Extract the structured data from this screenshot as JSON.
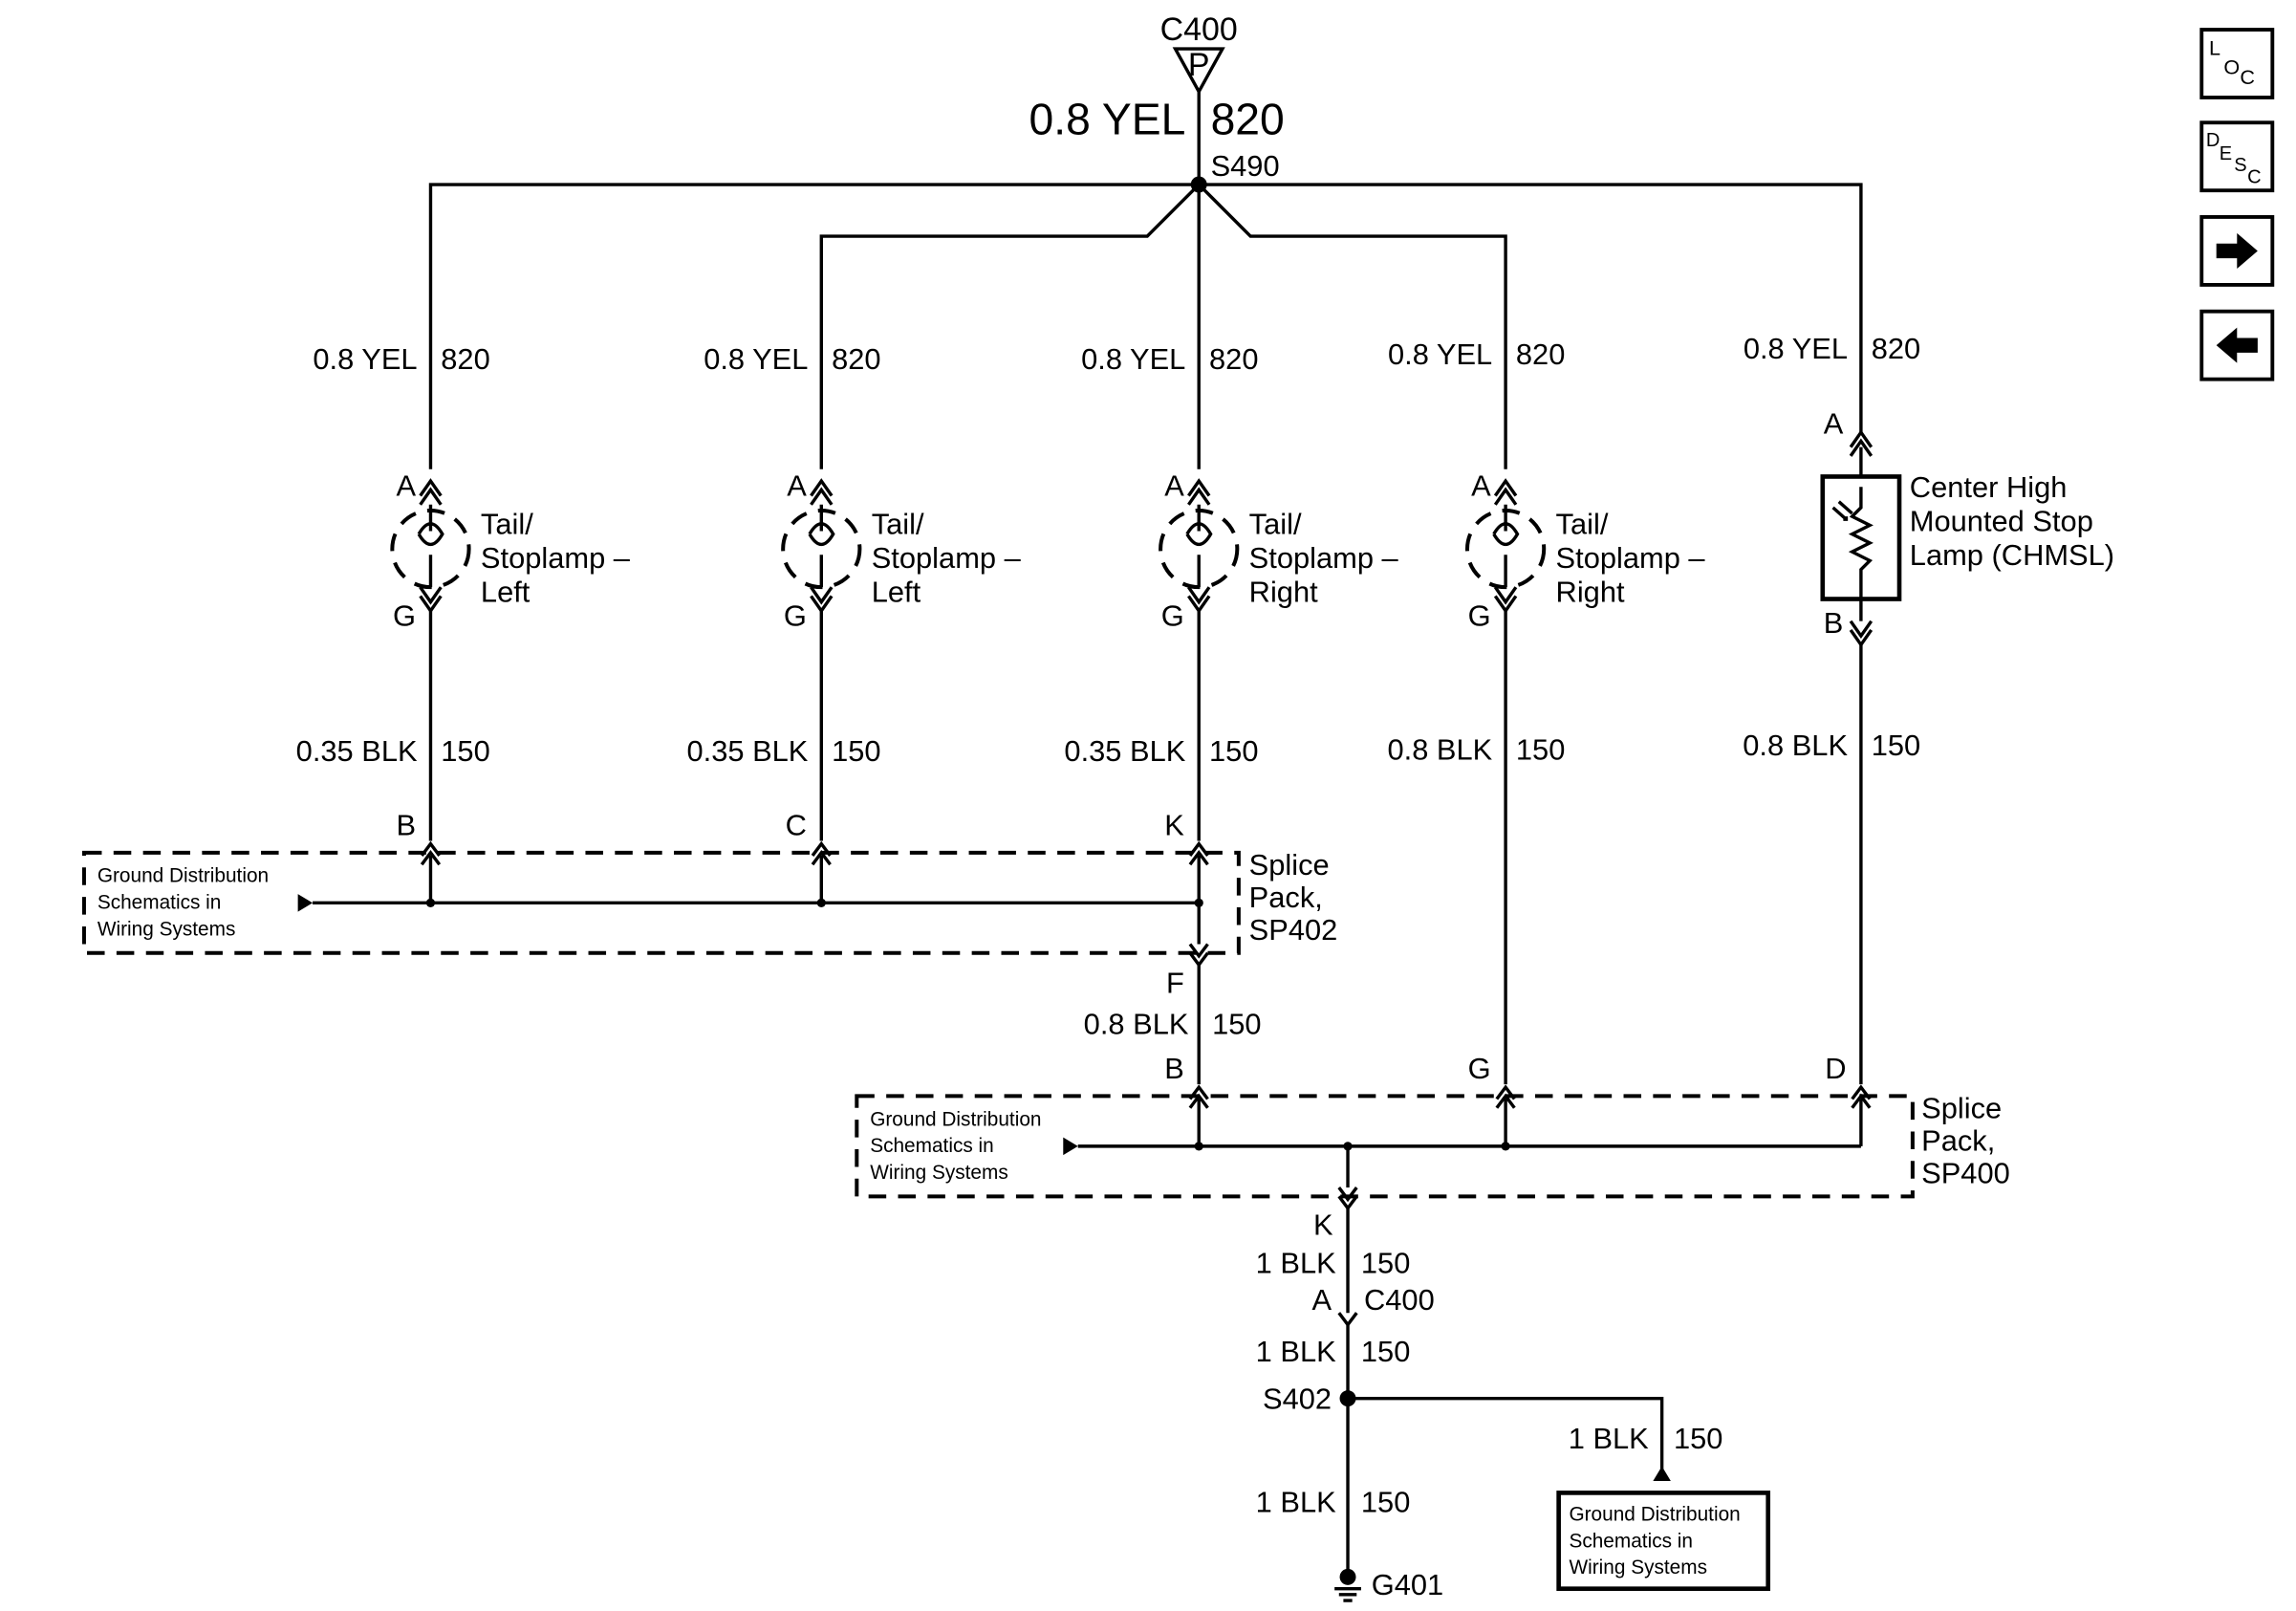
{
  "top_connector": {
    "name": "C400",
    "pin": "P"
  },
  "top_wire": {
    "gauge": "0.8 YEL",
    "circuit": "820"
  },
  "top_splice": "S490",
  "lamps": [
    {
      "wire_gauge": "0.8 YEL",
      "wire_circuit": "820",
      "pin_a": "A",
      "pin_g": "G",
      "label_lines": [
        "Tail/",
        "Stoplamp –",
        "Left"
      ],
      "ground_gauge": "0.35 BLK",
      "ground_circuit": "150",
      "splice_pin": "B"
    },
    {
      "wire_gauge": "0.8 YEL",
      "wire_circuit": "820",
      "pin_a": "A",
      "pin_g": "G",
      "label_lines": [
        "Tail/",
        "Stoplamp –",
        "Left"
      ],
      "ground_gauge": "0.35 BLK",
      "ground_circuit": "150",
      "splice_pin": "C"
    },
    {
      "wire_gauge": "0.8 YEL",
      "wire_circuit": "820",
      "pin_a": "A",
      "pin_g": "G",
      "label_lines": [
        "Tail/",
        "Stoplamp –",
        "Right"
      ],
      "ground_gauge": "0.35 BLK",
      "ground_circuit": "150",
      "splice_pin": "K"
    },
    {
      "wire_gauge": "0.8 YEL",
      "wire_circuit": "820",
      "pin_a": "A",
      "pin_g": "G",
      "label_lines": [
        "Tail/",
        "Stoplamp –",
        "Right"
      ],
      "ground_gauge": "0.8 BLK",
      "ground_circuit": "150",
      "splice_pin": "G"
    }
  ],
  "chmsl": {
    "wire_gauge": "0.8 YEL",
    "wire_circuit": "820",
    "pin_a": "A",
    "pin_b": "B",
    "label_lines": [
      "Center High",
      "Mounted Stop",
      "Lamp (CHMSL)"
    ],
    "ground_gauge": "0.8 BLK",
    "ground_circuit": "150",
    "splice_pin": "D"
  },
  "sp402": {
    "label_lines": [
      "Splice",
      "Pack,",
      "SP402"
    ],
    "ref_lines": [
      "Ground Distribution",
      "Schematics in",
      "Wiring Systems"
    ],
    "out_pin": "F",
    "out_gauge": "0.8 BLK",
    "out_circuit": "150"
  },
  "sp400": {
    "label_lines": [
      "Splice",
      "Pack,",
      "SP400"
    ],
    "ref_lines": [
      "Ground Distribution",
      "Schematics in",
      "Wiring Systems"
    ],
    "in_pin": "B",
    "out_pin": "K"
  },
  "lower_chain": {
    "wire1_gauge": "1 BLK",
    "wire1_circuit": "150",
    "conn_pin": "A",
    "conn_name": "C400",
    "wire2_gauge": "1 BLK",
    "wire2_circuit": "150",
    "splice": "S402",
    "wire3_gauge": "1 BLK",
    "wire3_circuit": "150",
    "ground": "G401",
    "branch_gauge": "1 BLK",
    "branch_circuit": "150",
    "branch_ref_lines": [
      "Ground Distribution",
      "Schematics in",
      "Wiring Systems"
    ]
  },
  "nav": {
    "loc": {
      "l": "L",
      "o": "O",
      "c": "C"
    },
    "desc": {
      "d": "D",
      "e": "E",
      "s": "S",
      "c": "C"
    }
  }
}
